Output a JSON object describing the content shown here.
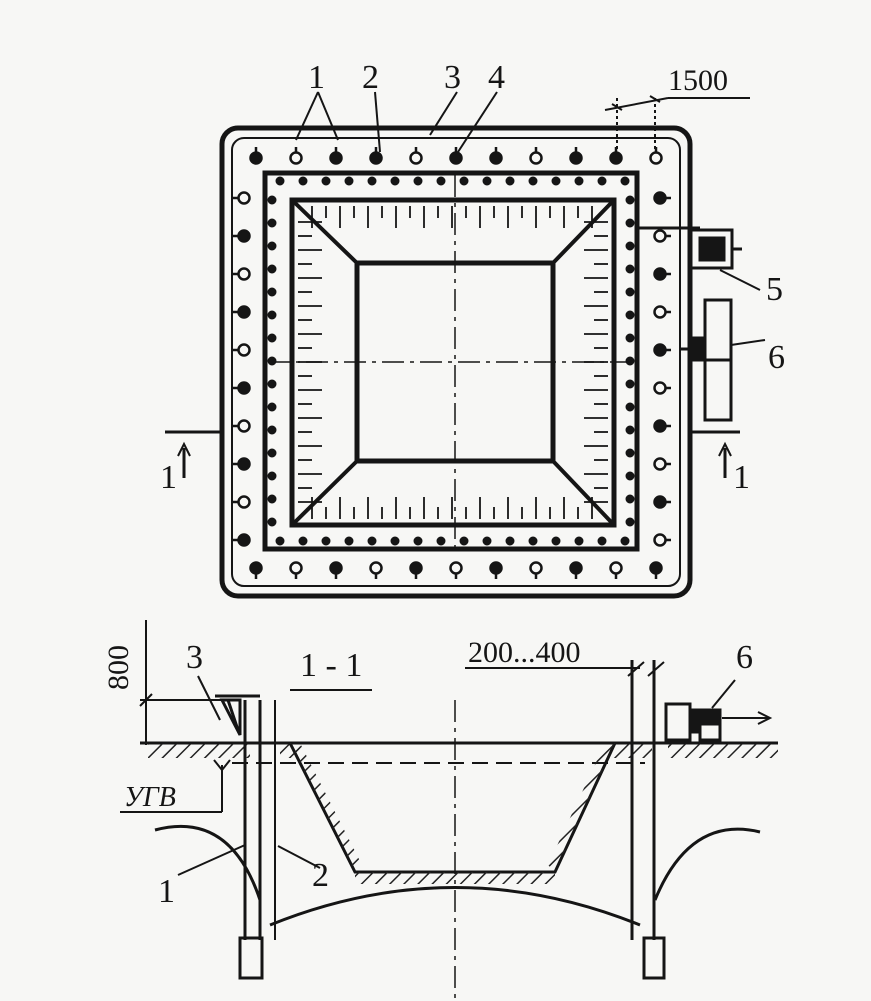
{
  "labels": {
    "n1": "1",
    "n2": "2",
    "n3": "3",
    "n4": "4",
    "n5": "5",
    "n6": "6",
    "d1500": "1500",
    "sec_left": "1",
    "sec_right": "1",
    "d800": "800",
    "section_title": "1 - 1",
    "d200_400": "200...400",
    "b3": "3",
    "b6": "6",
    "ugv": "УГВ",
    "b1": "1",
    "b2": "2"
  },
  "icons": [
    "section-arrow-icon",
    "pump-icon",
    "flow-arrow-icon"
  ]
}
